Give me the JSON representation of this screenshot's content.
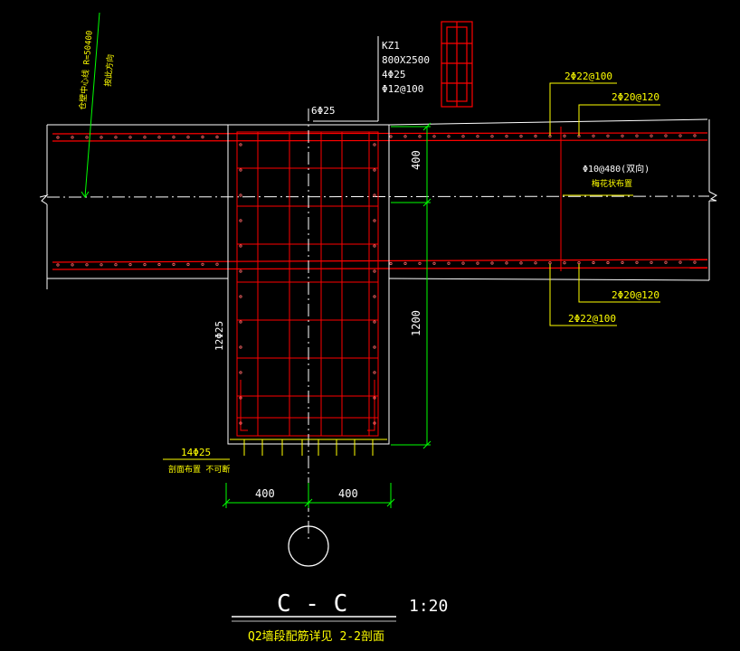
{
  "wall_annotation": {
    "radius_line1": "仓壁中心线 R=50400",
    "radius_line2": "按此方向"
  },
  "column": {
    "name": "KZ1",
    "size": "800X2500",
    "main_bars": "4Φ25",
    "stirrups": "Φ12@100"
  },
  "rebar_top_column": "6Φ25",
  "rebar_right_top_outer": "2Φ22@100",
  "rebar_right_top_inner": "2Φ20@120",
  "rebar_tie": "Φ10@480(双向)",
  "rebar_tie_note": "梅花状布置",
  "rebar_right_bottom_inner": "2Φ20@120",
  "rebar_right_bottom_outer": "2Φ22@100",
  "rebar_side": "12Φ25",
  "rebar_bottom": "14Φ25",
  "rebar_bottom_note": "剖面布置 不可断",
  "dims": {
    "top_400": "400",
    "vert_1200": "1200",
    "horiz_left_400": "400",
    "horiz_right_400": "400"
  },
  "section_title": "C - C",
  "scale": "1:20",
  "caption": "Q2墙段配筋详见 2-2剖面",
  "colors": {
    "background": "#000000",
    "rebar": "#ff0000",
    "outline": "#ffffff",
    "dimension": "#00ff00",
    "annotation": "#ffff00"
  }
}
